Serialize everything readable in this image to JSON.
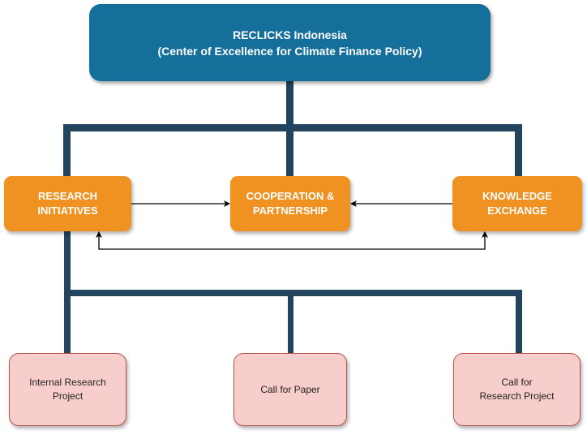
{
  "title_box": {
    "line1": "RECLICKS Indonesia",
    "line2": "(Center of Excellence for Climate Finance Policy)"
  },
  "pillars": [
    {
      "line1": "RESEARCH",
      "line2": "INITIATIVES"
    },
    {
      "line1": "COOPERATION &",
      "line2": "PARTNERSHIP"
    },
    {
      "line1": "KNOWLEDGE",
      "line2": "EXCHANGE"
    }
  ],
  "programs": [
    {
      "line1": "Internal Research",
      "line2": "Project"
    },
    {
      "line1": "Call for Paper",
      "line2": ""
    },
    {
      "line1": "Call for",
      "line2": "Research Project"
    }
  ],
  "colors": {
    "title_fill": "#156f9b",
    "connector": "#23445e",
    "pillar_fill": "#f09222",
    "program_fill": "#f8cecc",
    "program_border": "#b85450"
  }
}
